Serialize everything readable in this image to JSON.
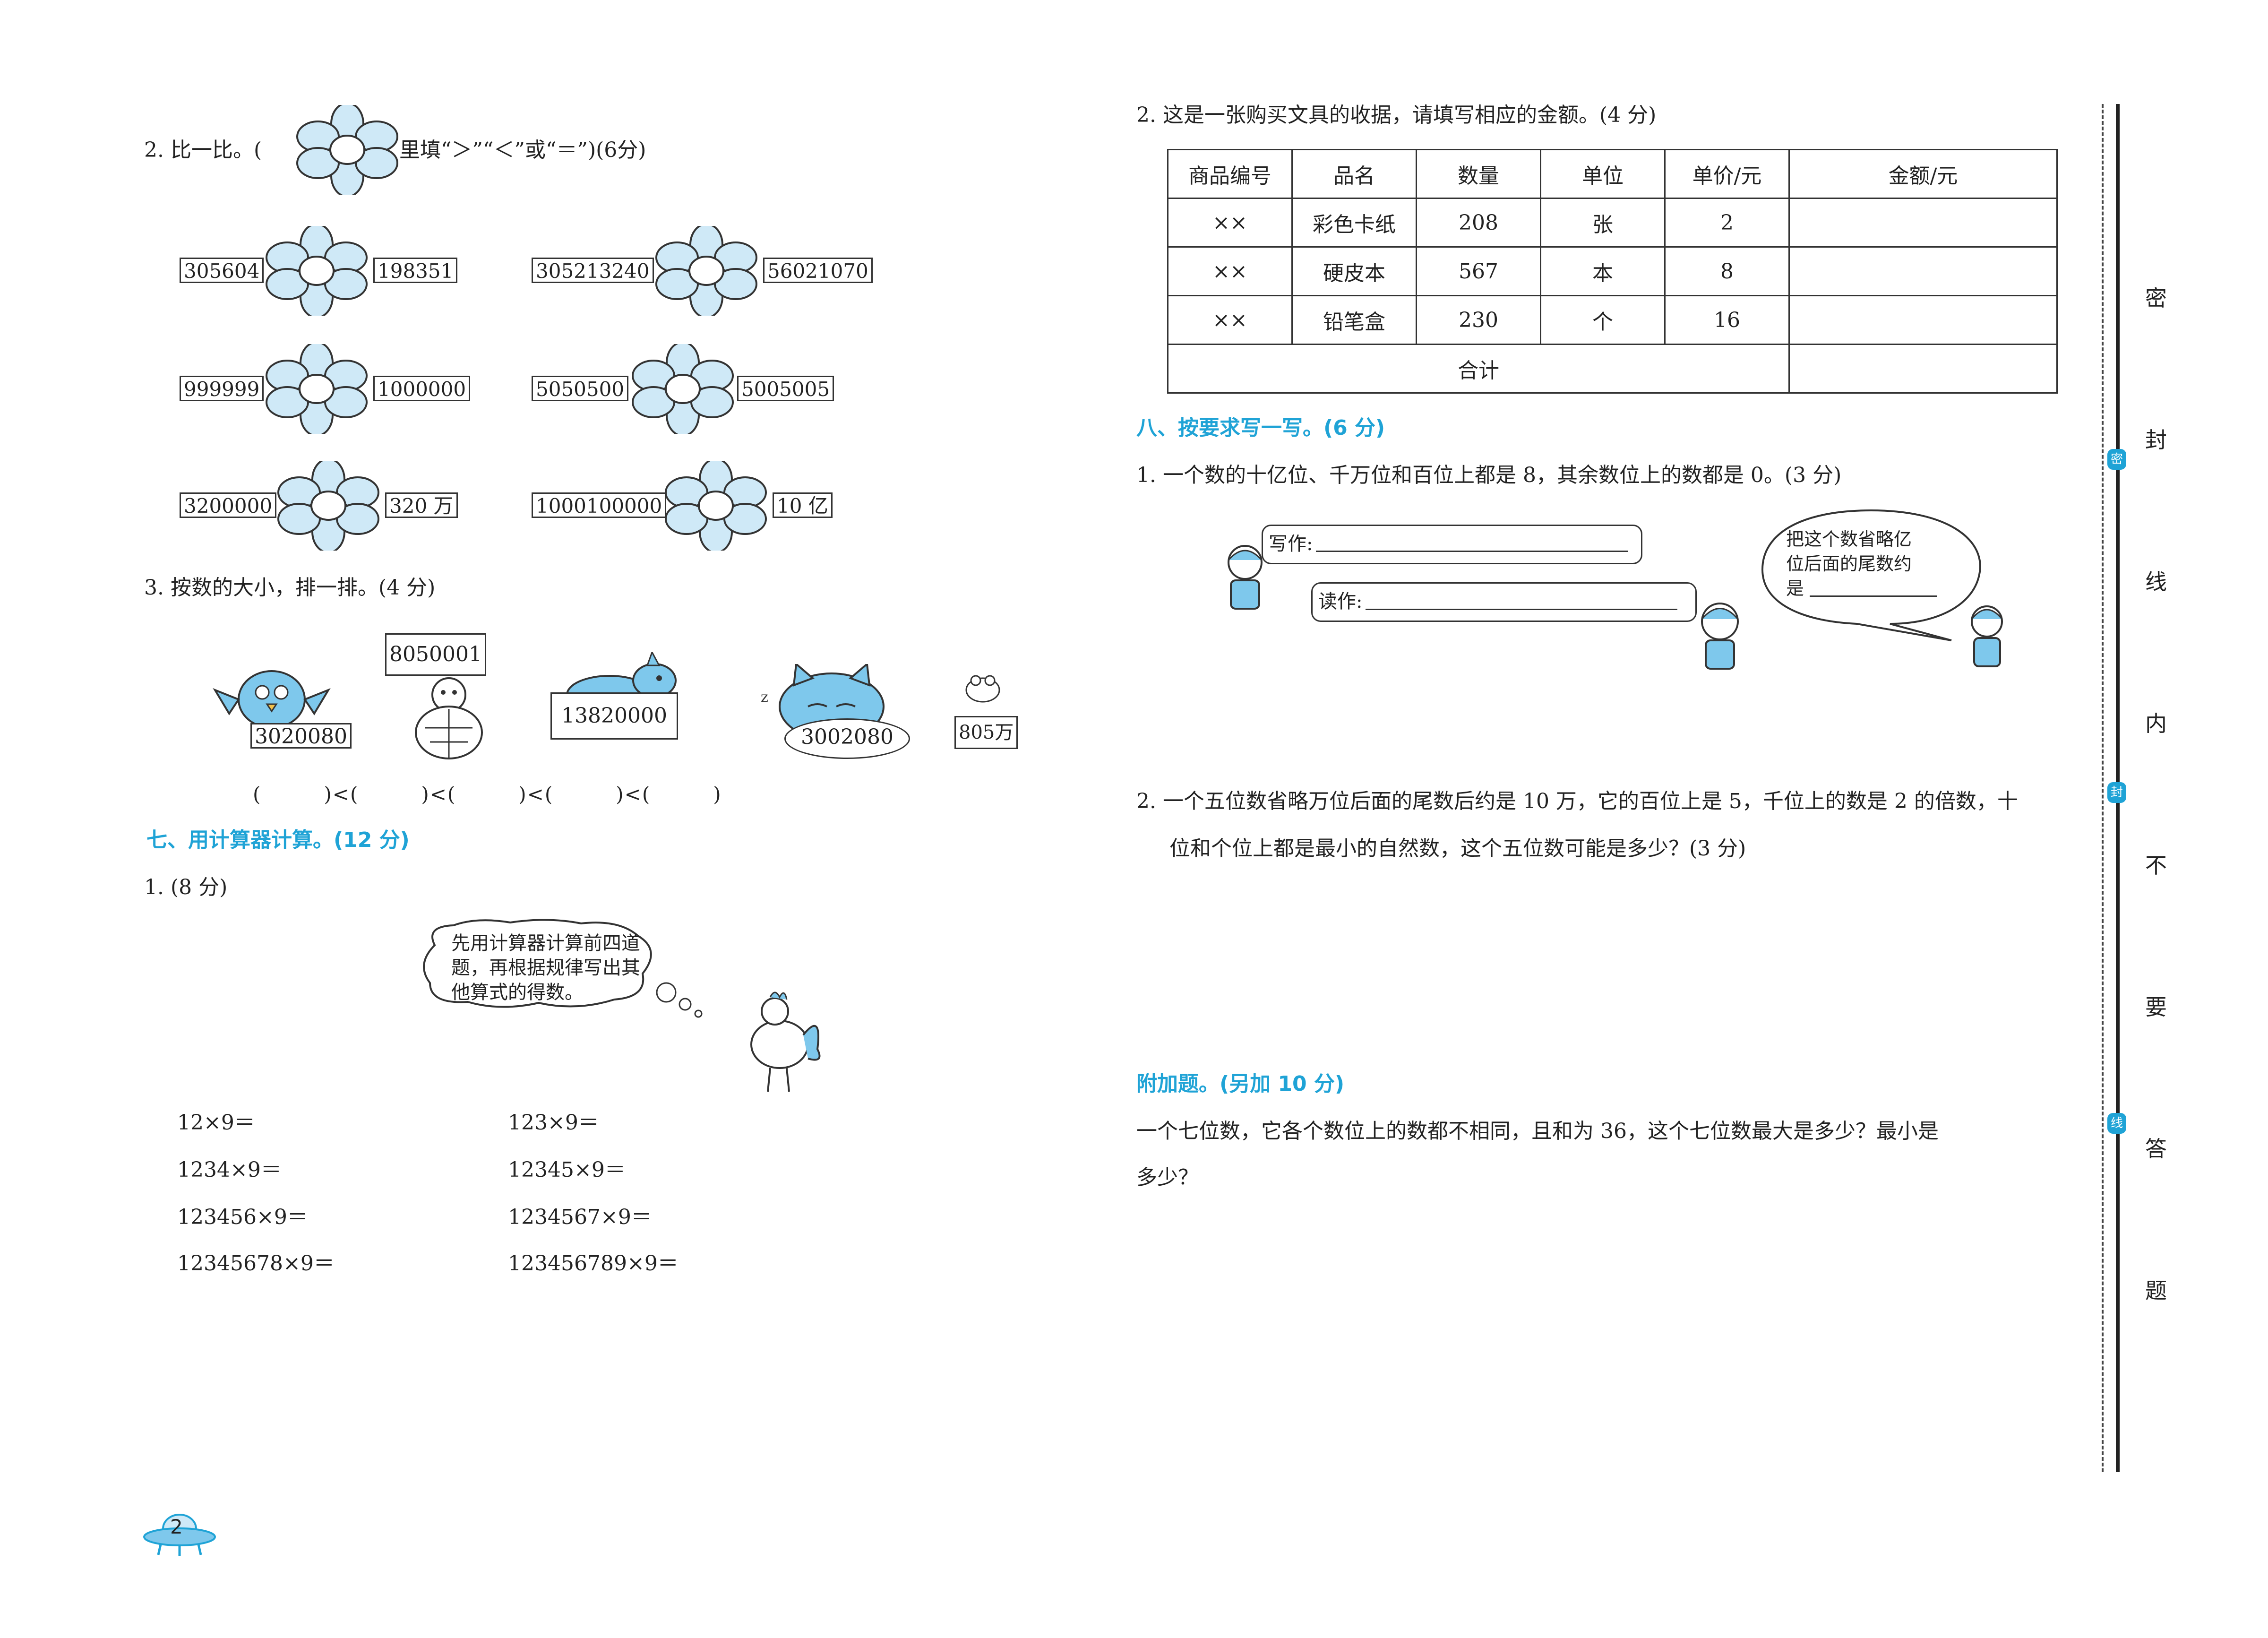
{
  "left": {
    "q2": {
      "prefix": "2. 比一比。(",
      "suffix": "里填“＞”“＜”或“＝”)(6分)",
      "pairs": [
        {
          "a": "305604",
          "b": "198351"
        },
        {
          "a": "305213240",
          "b": "56021070"
        },
        {
          "a": "999999",
          "b": "1000000"
        },
        {
          "a": "5050500",
          "b": "5005005"
        },
        {
          "a": "3200000",
          "b": "320 万"
        },
        {
          "a": "1000100000",
          "b": "10 亿"
        }
      ]
    },
    "q3": {
      "title": "3. 按数的大小，排一排。(4 分)",
      "cards": [
        "3020080",
        "8050001",
        "13820000",
        "3002080",
        "805万"
      ],
      "order_line": "(　　　)<(　　　)<(　　　)<(　　　)<(　　　)"
    },
    "section7": {
      "title": "七、用计算器计算。(12 分)",
      "q1_label": "1. (8 分)",
      "bubble": [
        "先用计算器计算前四道",
        "题，再根据规律写出其",
        "他算式的得数。"
      ],
      "exprs": [
        "12×9＝",
        "123×9＝",
        "1234×9＝",
        "12345×9＝",
        "123456×9＝",
        "1234567×9＝",
        "12345678×9＝",
        "123456789×9＝"
      ]
    },
    "page_number": "2"
  },
  "right": {
    "q2": {
      "title": "2. 这是一张购买文具的收据，请填写相应的金额。(4 分)",
      "headers": [
        "商品编号",
        "品名",
        "数量",
        "单位",
        "单价/元",
        "金额/元"
      ],
      "rows": [
        [
          "××",
          "彩色卡纸",
          "208",
          "张",
          "2",
          ""
        ],
        [
          "××",
          "硬皮本",
          "567",
          "本",
          "8",
          ""
        ],
        [
          "××",
          "铅笔盒",
          "230",
          "个",
          "16",
          ""
        ]
      ],
      "total_label": "合计"
    },
    "section8": {
      "title": "八、按要求写一写。(6 分)",
      "q1": "1. 一个数的十亿位、千万位和百位上都是 8，其余数位上的数都是 0。(3 分)",
      "write_label": "写作:",
      "read_label": "读作:",
      "bubble": [
        "把这个数省略亿",
        "位后面的尾数约",
        "是"
      ],
      "q2_line1": "2. 一个五位数省略万位后面的尾数后约是 10 万，它的百位上是 5，千位上的数是 2 的倍数，十",
      "q2_line2": "位和个位上都是最小的自然数，这个五位数可能是多少？(3 分)"
    },
    "bonus": {
      "title": "附加题。(另加 10 分)",
      "line1": "一个七位数，它各个数位上的数都不相同，且和为 36，这个七位数最大是多少？最小是",
      "line2": "多少？"
    }
  },
  "margin": {
    "chars": [
      "密",
      "封",
      "线",
      "内",
      "不",
      "要",
      "答",
      "题"
    ],
    "tabs": [
      "密",
      "封",
      "线"
    ]
  },
  "colors": {
    "accent": "#1fa3d6",
    "flower": "#cfe9f7"
  }
}
